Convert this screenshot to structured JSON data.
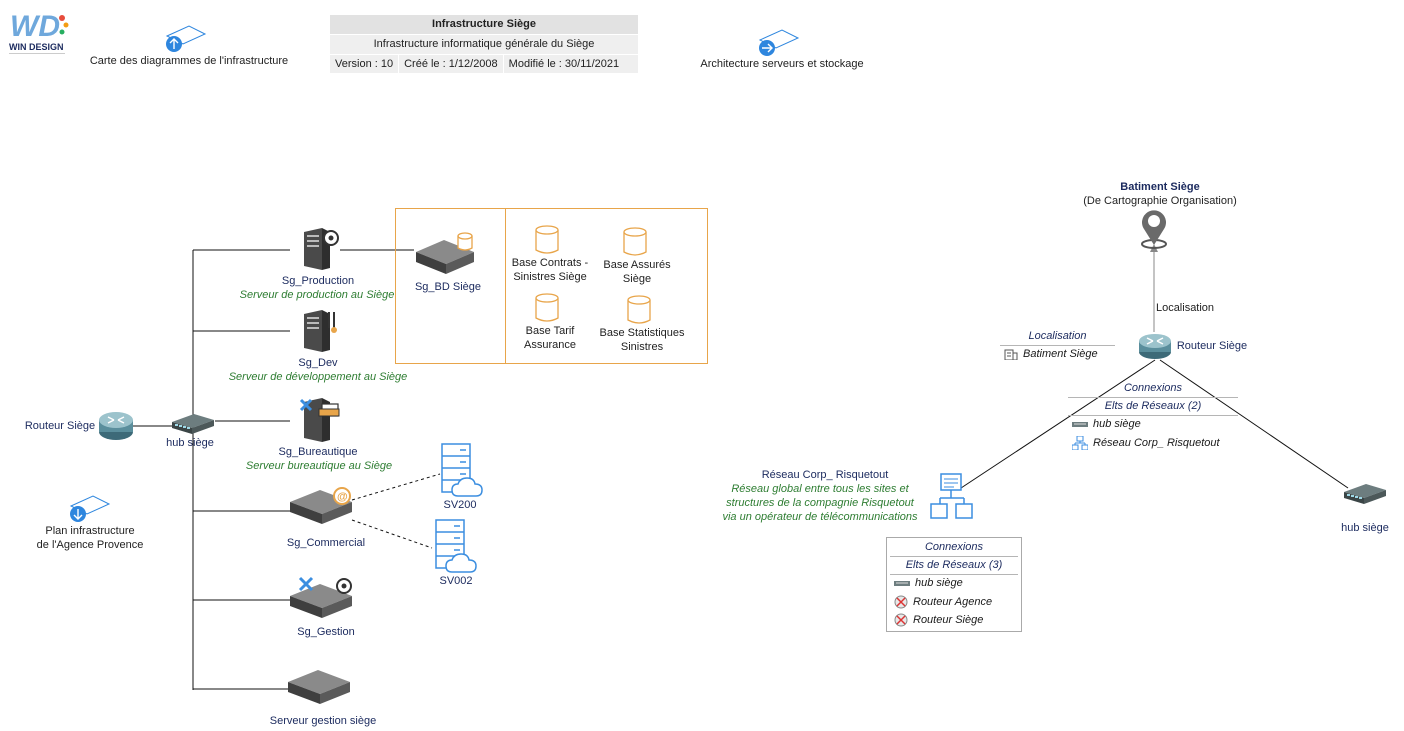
{
  "logo": {
    "text": "WIN DESIGN"
  },
  "title_block": {
    "title": "Infrastructure Siège",
    "subtitle": "Infrastructure informatique générale du Siège",
    "version": "Version : 10",
    "created": "Créé le : 1/12/2008",
    "modified": "Modifié le : 30/11/2021"
  },
  "nav": {
    "up_label": "Carte des diagrammes de l'infrastructure",
    "right_label": "Architecture serveurs et stockage",
    "down_label_line1": "Plan infrastructure",
    "down_label_line2": "de l'Agence Provence"
  },
  "left": {
    "router_label": "Routeur Siège",
    "hub_label": "hub siège",
    "servers": [
      {
        "name": "Sg_Production",
        "desc": "Serveur de production au Siège"
      },
      {
        "name": "Sg_Dev",
        "desc": "Serveur de développement au Siège"
      },
      {
        "name": "Sg_Bureautique",
        "desc": "Serveur bureautique au Siège"
      },
      {
        "name": "Sg_Commercial",
        "desc": ""
      },
      {
        "name": "Sg_Gestion",
        "desc": ""
      },
      {
        "name": "Serveur gestion siège",
        "desc": ""
      }
    ],
    "db_server": "Sg_BD Siège",
    "databases": [
      {
        "line1": "Base Contrats -",
        "line2": "Sinistres Siège"
      },
      {
        "line1": "Base Assurés",
        "line2": "Siège"
      },
      {
        "line1": "Base Tarif",
        "line2": "Assurance"
      },
      {
        "line1": "Base Statistiques",
        "line2": "Sinistres"
      }
    ],
    "virtual_servers": [
      "SV200",
      "SV002"
    ]
  },
  "right": {
    "building_title": "Batiment Siège",
    "building_sub": "(De Cartographie Organisation)",
    "localisation_edge": "Localisation",
    "router_label": "Routeur Siège",
    "router_panel": {
      "loc_header": "Localisation",
      "loc_item": "Batiment Siège",
      "conn_header": "Connexions",
      "elts_header": "Elts de Réseaux (2)",
      "items": [
        "hub siège",
        "Réseau Corp_ Risquetout"
      ]
    },
    "network_name": "Réseau Corp_ Risquetout",
    "network_desc": [
      "Réseau global entre tous les sites et",
      "structures de la compagnie Risquetout",
      "via un opérateur de télécommunications"
    ],
    "hub_label": "hub siège",
    "network_panel": {
      "conn_header": "Connexions",
      "elts_header": "Elts de Réseaux (3)",
      "items": [
        "hub siège",
        "Routeur Agence",
        "Routeur Siège"
      ]
    }
  },
  "colors": {
    "label": "#1b2a5e",
    "desc": "#2e7d32",
    "orange": "#e8a54a",
    "nav_blue": "#2e86de",
    "cloud_blue": "#3b8ee0"
  }
}
